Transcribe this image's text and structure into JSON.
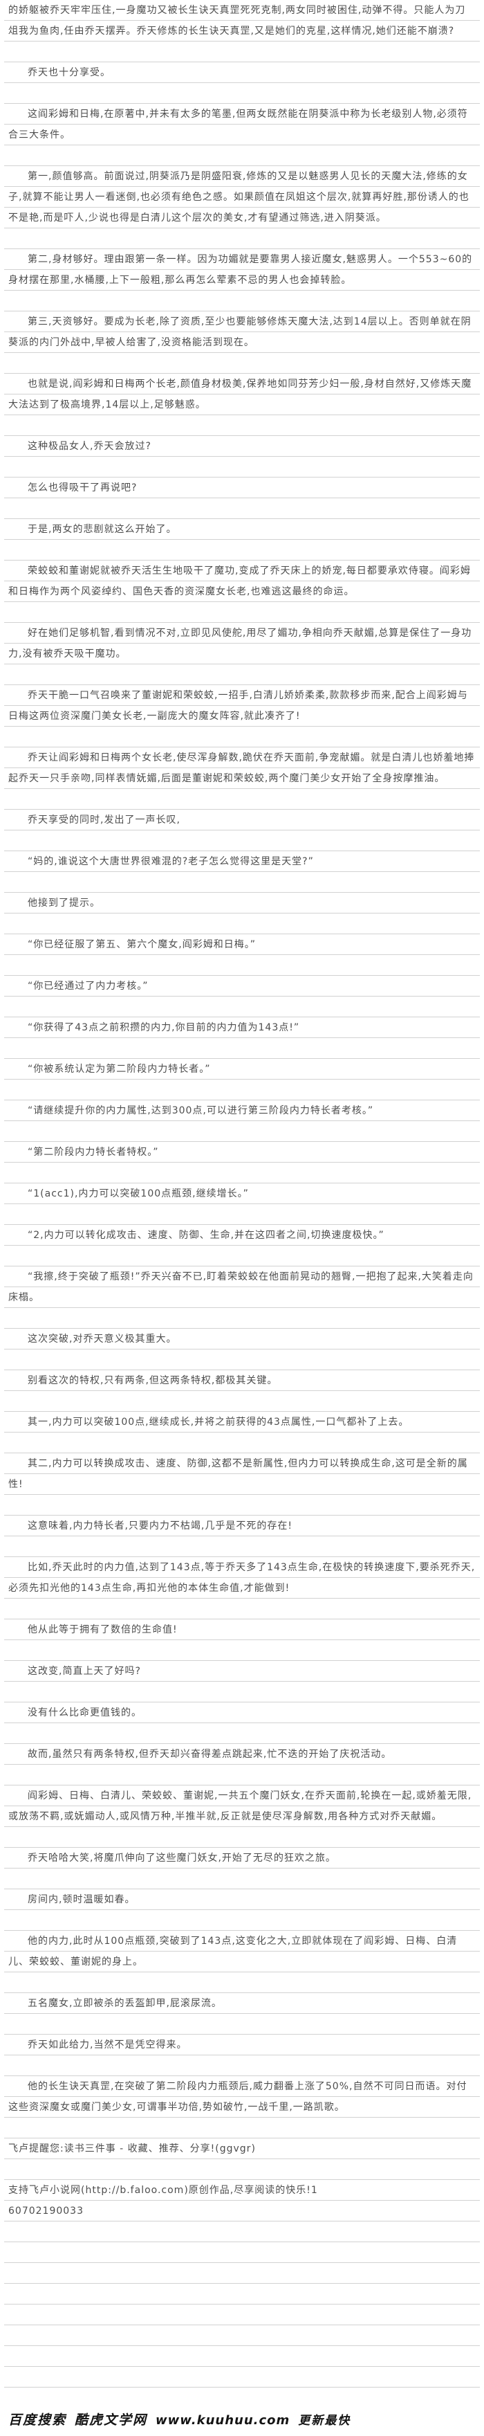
{
  "chapter": {
    "paragraphs": [
      "的娇躯被乔天牢牢压住,一身魔功又被长生诀天真罡死死克制,两女同时被困住,动弹不得。只能人为刀俎我为鱼肉,任由乔天摆弄。乔天修炼的长生诀天真罡,又是她们的克星,这样情况,她们还能不崩溃?",
      "乔天也十分享受。",
      "这阎彩姆和日梅,在原著中,并未有太多的笔墨,但两女既然能在阴葵派中称为长老级别人物,必须符合三大条件。",
      "第一,颜值够高。前面说过,阴葵派乃是阴盛阳衰,修炼的又是以魅惑男人见长的天魔大法,修练的女子,就算不能让男人一看迷倒,也必须有绝色之感。如果颜值在凤姐这个层次,就算再好胜,那份诱人的也不是艳,而是吓人,少说也得是白清儿这个层次的美女,才有望通过筛选,进入阴葵派。",
      "第二,身材够好。理由跟第一条一样。因为功媚就是要靠男人接近魔女,魅惑男人。一个553~60的身材摆在那里,水桶腰,上下一般粗,那么再怎么荤素不忌的男人也会掉转脸。",
      "第三,天资够好。要成为长老,除了资质,至少也要能够修炼天魔大法,达到14层以上。否则单就在阴葵派的内门外战中,早被人给害了,没资格能活到现在。",
      "也就是说,阎彩姆和日梅两个长老,颜值身材极美,保养地如同芬芳少妇一般,身材自然好,又修炼天魔大法达到了极高境界,14层以上,足够魅惑。",
      "这种极品女人,乔天会放过?",
      "怎么也得吸干了再说吧?",
      "于是,两女的悲剧就这么开始了。",
      "荣蛟蛟和董谢妮就被乔天活生生地吸干了魔功,变成了乔天床上的娇宠,每日都要承欢侍寝。阎彩姆和日梅作为两个风姿绰约、国色天香的资深魔女长老,也难逃这最终的命运。",
      "好在她们足够机智,看到情况不对,立即见风使舵,用尽了媚功,争相向乔天献媚,总算是保住了一身功力,没有被乔天吸干魔功。",
      "乔天干脆一口气召唤来了董谢妮和荣蛟蛟,一招手,白清儿娇娇柔柔,款款移步而来,配合上阎彩姆与日梅这两位资深魔门美女长老,一副庞大的魔女阵容,就此凑齐了!",
      "乔天让阎彩姆和日梅两个女长老,使尽浑身解数,跪伏在乔天面前,争宠献媚。就是白清儿也娇羞地捧起乔天一只手亲吻,同样表情妩媚,后面是董谢妮和荣蛟蛟,两个魔门美少女开始了全身按摩推油。",
      "乔天享受的同时,发出了一声长叹,",
      "“妈的,谁说这个大唐世界很难混的?老子怎么觉得这里是天堂?”",
      "他接到了提示。",
      "“你已经征服了第五、第六个魔女,阎彩姆和日梅。”",
      "“你已经通过了内力考核。”",
      "“你获得了43点之前积攒的内力,你目前的内力值为143点!”",
      "“你被系统认定为第二阶段内力特长者。”",
      "“请继续提升你的内力属性,达到300点,可以进行第三阶段内力特长者考核。”",
      "“第二阶段内力特长者特权。”",
      "“1(acc1),内力可以突破100点瓶颈,继续增长。”",
      "“2,内力可以转化成攻击、速度、防御、生命,并在这四者之间,切换速度极快。”",
      "“我擦,终于突破了瓶颈!”乔天兴奋不已,盯着荣蛟蛟在他面前晃动的翘臀,一把抱了起来,大笑着走向床榻。",
      "这次突破,对乔天意义极其重大。",
      "别看这次的特权,只有两条,但这两条特权,都极其关键。",
      "其一,内力可以突破100点,继续成长,并将之前获得的43点属性,一口气都补了上去。",
      "其二,内力可以转换成攻击、速度、防御,这都不是新属性,但内力可以转换成生命,这可是全新的属性!",
      "这意味着,内力特长者,只要内力不枯竭,几乎是不死的存在!",
      "比如,乔天此时的内力值,达到了143点,等于乔天多了143点生命,在极快的转换速度下,要杀死乔天,必须先扣光他的143点生命,再扣光他的本体生命值,才能做到!",
      "他从此等于拥有了数倍的生命值!",
      "这改变,简直上天了好吗?",
      "没有什么比命更值钱的。",
      "故而,虽然只有两条特权,但乔天却兴奋得差点跳起来,忙不迭的开始了庆祝活动。",
      "阎彩姆、日梅、白清儿、荣蛟蛟、董谢妮,一共五个魔门妖女,在乔天面前,轮换在一起,或娇羞无限,或放荡不羁,或妩媚动人,或风情万种,半推半就,反正就是使尽浑身解数,用各种方式对乔天献媚。",
      "乔天哈哈大笑,将魔爪伸向了这些魔门妖女,开始了无尽的狂欢之旅。",
      "房间内,顿时温暖如春。",
      "他的内力,此时从100点瓶颈,突破到了143点,这变化之大,立即就体现在了阎彩姆、日梅、白清儿、荣蛟蛟、董谢妮的身上。",
      "五名魔女,立即被杀的丢盔卸甲,屁滚尿流。",
      "乔天如此给力,当然不是凭空得来。",
      "他的长生诀天真罡,在突破了第二阶段内力瓶颈后,威力翻番上涨了50%,自然不可同日而语。对付这些资深魔女或魔门美少女,可谓事半功倍,势如破竹,一战千里,一路凯歌。"
    ]
  },
  "watermark": {
    "reminder": "飞卢提醒您:读书三件事 - 收藏、推荐、分享!(ggvgr)",
    "support": "支持飞卢小说网(http://b.faloo.com)原创作品,尽享阅读的快乐!1",
    "code": "60702190033"
  },
  "footer": {
    "search": "百度搜索",
    "site": "酷虎文学网",
    "url": "www.kuuhuu.com",
    "slogan": "更新最快"
  }
}
